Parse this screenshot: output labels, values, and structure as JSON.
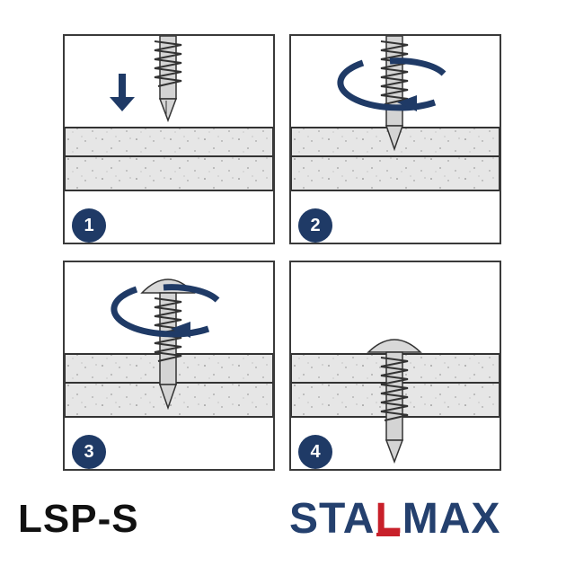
{
  "steps": [
    {
      "number": "1",
      "icon": "downward-arrow-icon"
    },
    {
      "number": "2",
      "icon": "rotation-arrow-icon"
    },
    {
      "number": "3",
      "icon": "rotation-arrow-icon"
    },
    {
      "number": "4",
      "icon": "installed-screw-icon"
    }
  ],
  "footer": {
    "model": "LSP-S",
    "brand_prefix": "STA",
    "brand_logo_letter": "L",
    "brand_suffix": "MAX"
  },
  "colors": {
    "navy": "#1f3a66",
    "brand_blue": "#24406e",
    "brand_red": "#c8202a",
    "plate": "#e4e4e4",
    "screw": "#d8d8d8"
  }
}
